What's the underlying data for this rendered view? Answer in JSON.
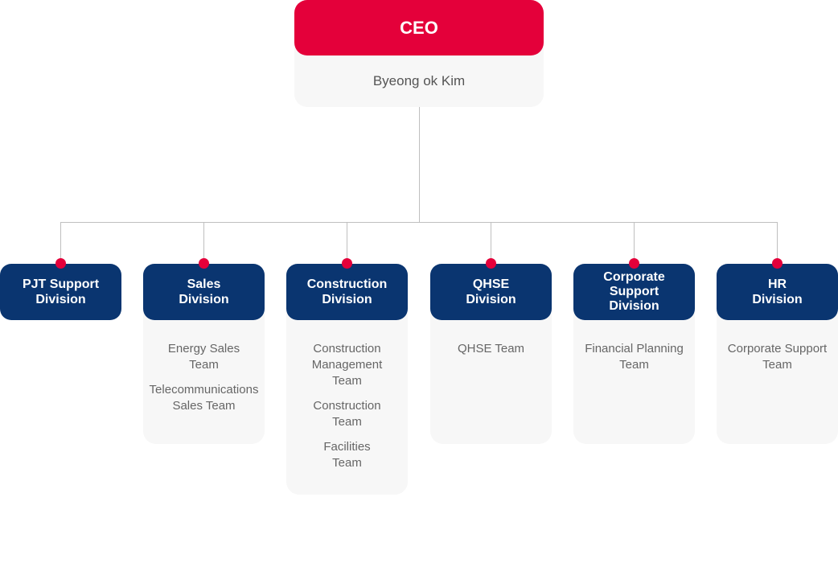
{
  "ceo": {
    "title": "CEO",
    "name": "Byeong ok Kim"
  },
  "divisions": [
    {
      "name": "PJT Support\nDivision",
      "teams": []
    },
    {
      "name": "Sales\nDivision",
      "teams": [
        "Energy Sales\nTeam",
        "Telecommunications\nSales Team"
      ]
    },
    {
      "name": "Construction\nDivision",
      "teams": [
        "Construction\nManagement\nTeam",
        "Construction\nTeam",
        "Facilities\nTeam"
      ]
    },
    {
      "name": "QHSE\nDivision",
      "teams": [
        "QHSE Team"
      ]
    },
    {
      "name": "Corporate\nSupport\nDivision",
      "teams": [
        "Financial Planning\nTeam"
      ]
    },
    {
      "name": "HR\nDivision",
      "teams": [
        "Corporate Support\nTeam"
      ]
    }
  ],
  "colors": {
    "ceo": "#e4003a",
    "division": "#0a3570",
    "panel": "#f7f7f7",
    "connector": "#bfbfbf"
  }
}
